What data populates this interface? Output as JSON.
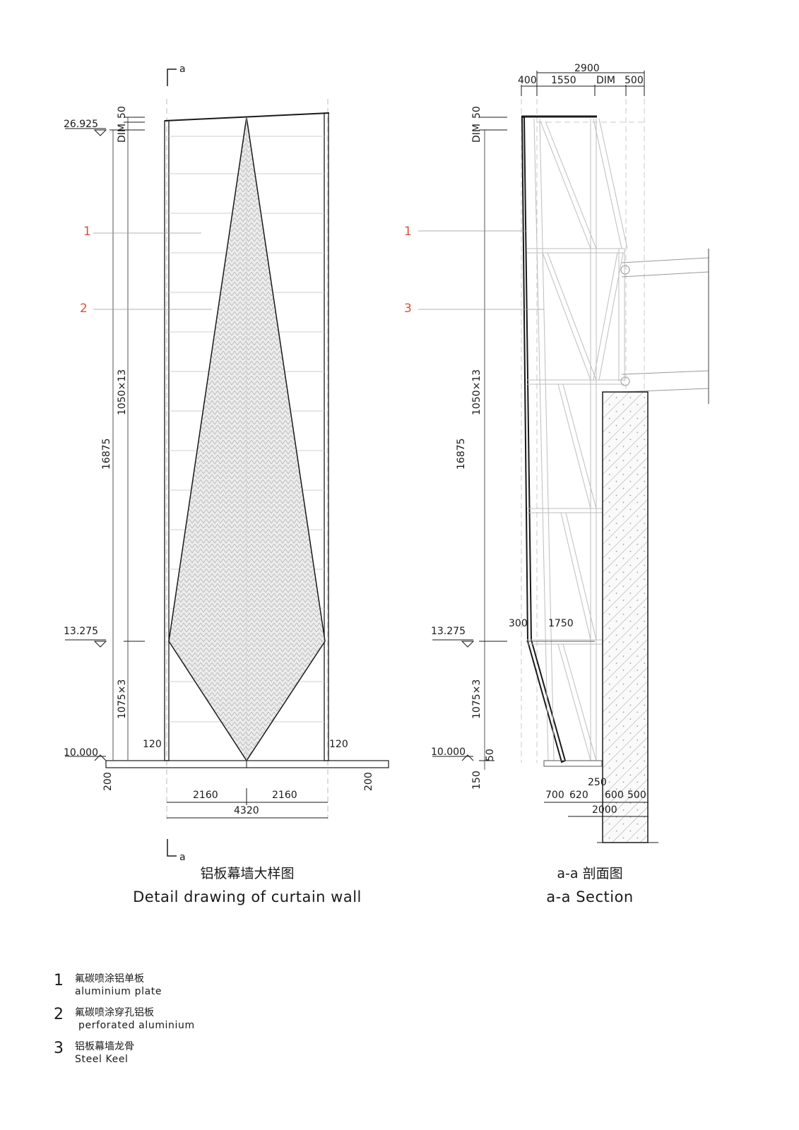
{
  "left_drawing": {
    "section_mark_top": "a",
    "section_mark_bottom": "a",
    "elevation_top": "26.925",
    "elevation_mid": "13.275",
    "elevation_bottom": "10.000",
    "dim_top_label": "DIM",
    "dim_top_value": "50",
    "dim_total_height": "16875",
    "dim_upper_modules": "1050×13",
    "dim_lower_modules": "1075×3",
    "dim_side_left": "120",
    "dim_side_right": "120",
    "dim_base_left": "200",
    "dim_base_right": "200",
    "dim_half_left": "2160",
    "dim_half_right": "2160",
    "dim_total_width": "4320",
    "callouts": [
      {
        "number": "1"
      },
      {
        "number": "2"
      }
    ],
    "title_cn": "铝板幕墙大样图",
    "title_en": "Detail drawing of curtain wall"
  },
  "right_drawing": {
    "dim_overall_top": "2900",
    "dim_top_segments": [
      "400",
      "1550",
      "DIM",
      "500"
    ],
    "elevation_top_dim_label": "DIM",
    "elevation_top_dim_value": "50",
    "elevation_mid": "13.275",
    "elevation_bottom": "10.000",
    "dim_total_height": "16875",
    "dim_upper_modules": "1050×13",
    "dim_lower_modules": "1075×3",
    "dim_base_a": "50",
    "dim_base_b": "150",
    "dim_offset_a": "300",
    "dim_offset_b": "1750",
    "dim_bottom_250": "250",
    "dim_bottom_segments": [
      "700",
      "620",
      "600",
      "500"
    ],
    "dim_bottom_total": "2000",
    "callouts": [
      {
        "number": "1"
      },
      {
        "number": "3"
      }
    ],
    "title_cn": "a-a 剖面图",
    "title_en": "a-a Section"
  },
  "legend": [
    {
      "number": "1",
      "cn": "氟碳喷涂铝单板",
      "en": "aluminium plate"
    },
    {
      "number": "2",
      "cn": "氟碳喷涂穿孔铝板",
      "en": " perforated aluminium"
    },
    {
      "number": "3",
      "cn": "铝板幕墙龙骨",
      "en": "Steel Keel"
    }
  ],
  "colors": {
    "callout_red": "#d9513c",
    "line_dark": "#1a1a1a",
    "line_light": "#bdbdbd",
    "perforated_fill": "#d6d6d6"
  }
}
